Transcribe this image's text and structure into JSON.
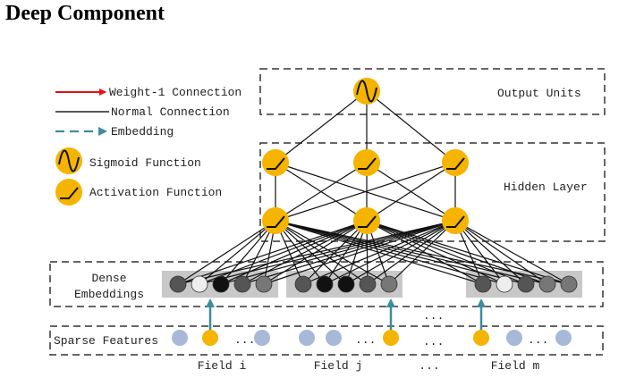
{
  "title": "Deep Component",
  "legend": {
    "weight1": "Weight-1 Connection",
    "normal": "Normal Connection",
    "embedding": "Embedding",
    "sigmoid": "Sigmoid Function",
    "activation": "Activation Function"
  },
  "boxes": {
    "output": "Output Units",
    "hidden": "Hidden Layer",
    "dense_line1": "Dense",
    "dense_line2": "Embeddings",
    "sparse": "Sparse Features"
  },
  "fields": {
    "field_i": "Field i",
    "field_j": "Field j",
    "field_m": "Field m",
    "ellipsis": "..."
  },
  "colors": {
    "node_fill": "#f5b400",
    "sparse_node": "#a8b8d8",
    "embedding_arrow": "#3c8ca0",
    "weight1_arrow": "#e81010",
    "dense_bg": "#c8c8c8"
  }
}
